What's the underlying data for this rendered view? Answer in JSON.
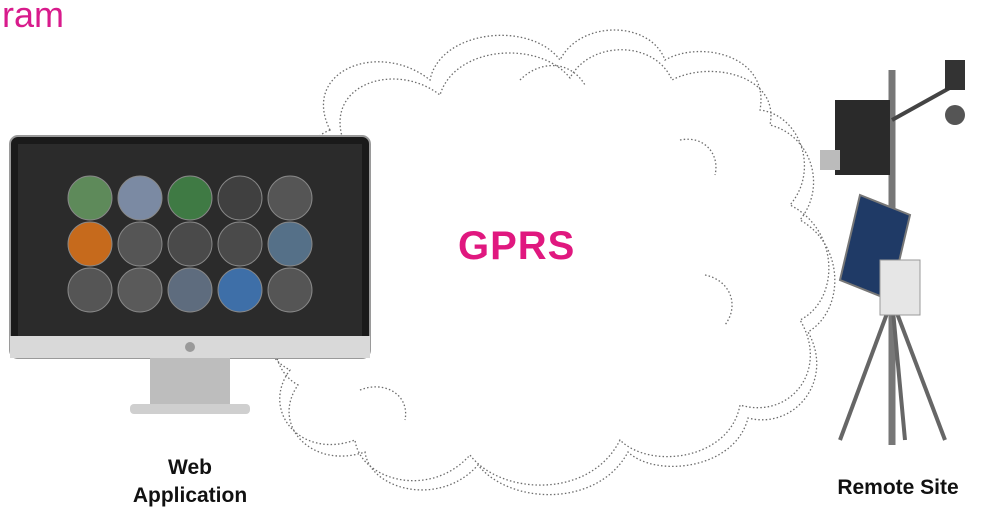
{
  "title": "ram",
  "cloud_label": "GPRS",
  "left_device": {
    "label_line1": "Web",
    "label_line2": "Application"
  },
  "right_device": {
    "label": "Remote Site"
  },
  "colors": {
    "accent": "#d81b8c",
    "gprs": "#e0187f",
    "text": "#111111"
  }
}
